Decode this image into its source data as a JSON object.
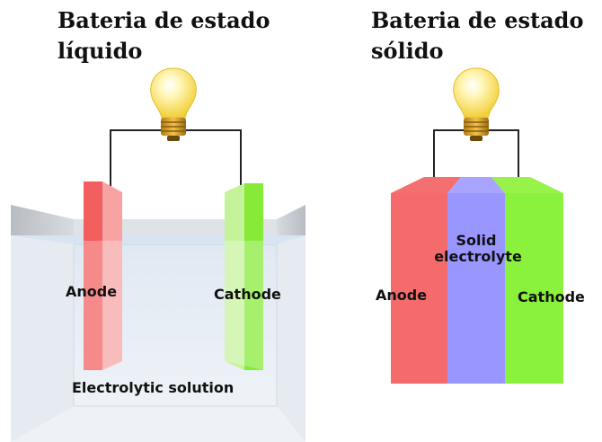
{
  "liquid_battery": {
    "title_line1": "Bateria de estado",
    "title_line2": "líquido",
    "anode_label": "Anode",
    "cathode_label": "Cathode",
    "electrolyte_label": "Electrolytic solution"
  },
  "solid_battery": {
    "title_line1": "Bateria de estado",
    "title_line2": "sólido",
    "anode_label": "Anode",
    "cathode_label": "Cathode",
    "electrolyte_line1": "Solid",
    "electrolyte_line2": "electrolyte"
  },
  "colors": {
    "anode": "#f56a6a",
    "cathode": "#8af23c",
    "solid_electrolyte": "#9a96ff",
    "wire": "#222222",
    "bulb": "#fbe97a"
  }
}
